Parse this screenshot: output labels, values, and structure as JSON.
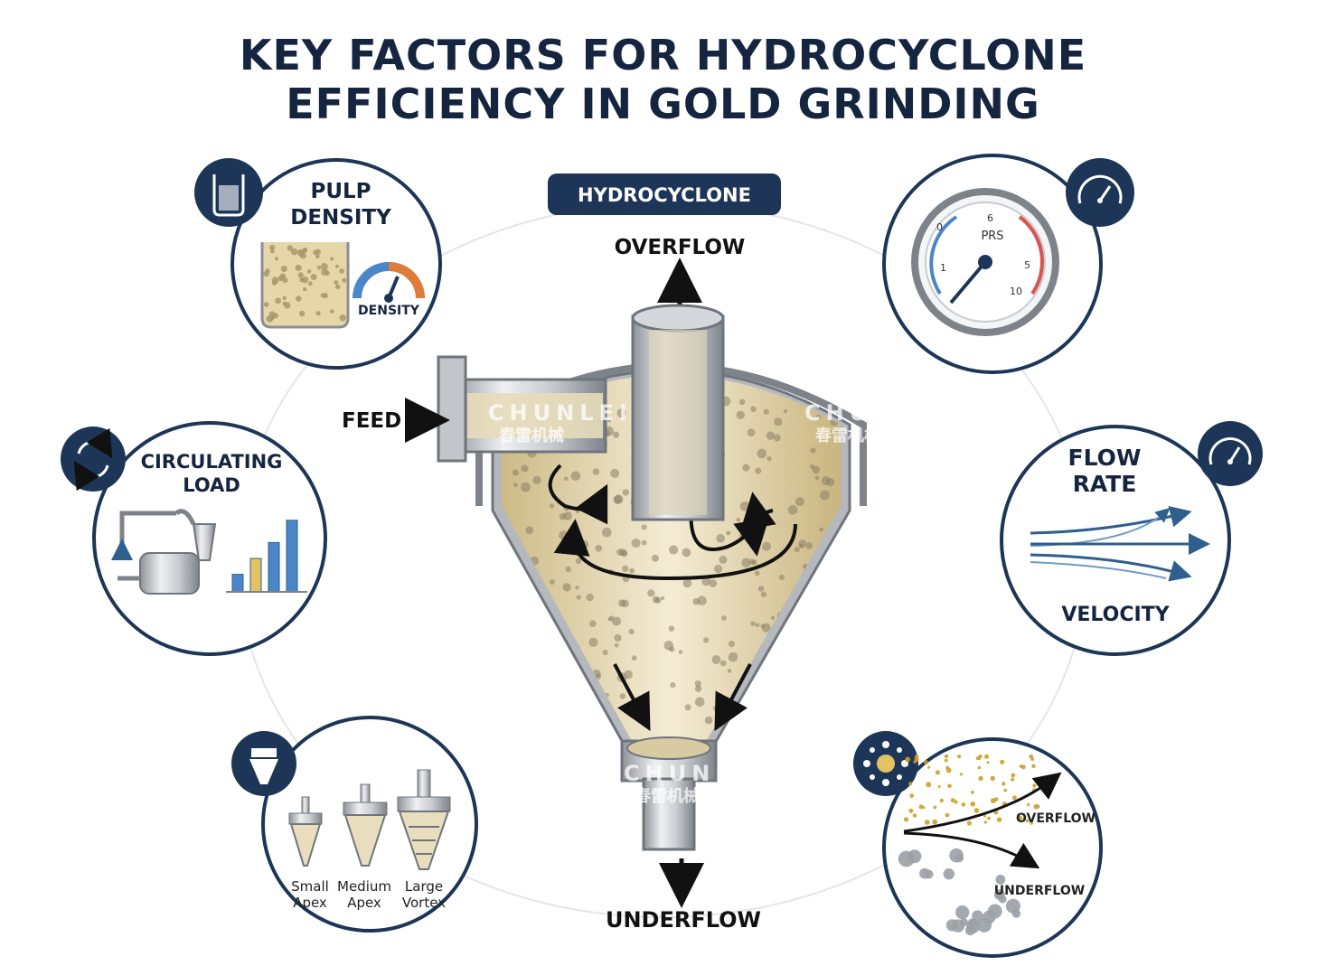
{
  "title": {
    "line1": "KEY FACTORS FOR HYDROCYCLONE",
    "line2": "EFFICIENCY IN GOLD GRINDING"
  },
  "center": {
    "badge": "HYDROCYCLONE",
    "overflow": "OVERFLOW",
    "feed": "FEED",
    "underflow": "UNDERFLOW"
  },
  "factors": {
    "pulp_density": {
      "label_line1": "PULP",
      "label_line2": "DENSITY",
      "gauge_label": "DENSITY"
    },
    "pressure": {
      "unit": "PRS",
      "dial": [
        "0",
        "1",
        "5",
        "6",
        "10"
      ]
    },
    "circulating_load": {
      "label_line1": "CIRCULATING",
      "label_line2": "LOAD",
      "bars": [
        0.22,
        0.42,
        0.62,
        0.9
      ]
    },
    "flow_rate": {
      "label_line1": "FLOW",
      "label_line2": "RATE",
      "sub_label": "VELOCITY"
    },
    "geometry": {
      "cyclones": [
        {
          "line1": "Small",
          "line2": "Apex"
        },
        {
          "line1": "Medium",
          "line2": "Apex"
        },
        {
          "line1": "Large",
          "line2": "Vortex"
        }
      ]
    },
    "particle_size": {
      "overflow": "OVERFLOW",
      "underflow": "UNDERFLOW"
    }
  },
  "watermark": {
    "latin": "CHUNLEI",
    "cjk": "春雷机械"
  },
  "colors": {
    "navy": "#1d3557",
    "title": "#15253f",
    "slurry": "#dccfa7",
    "gold": "#c9a227",
    "steel": "#a9adb3",
    "blue_bar": "#4a86c8",
    "gold_bar": "#e2c262"
  }
}
